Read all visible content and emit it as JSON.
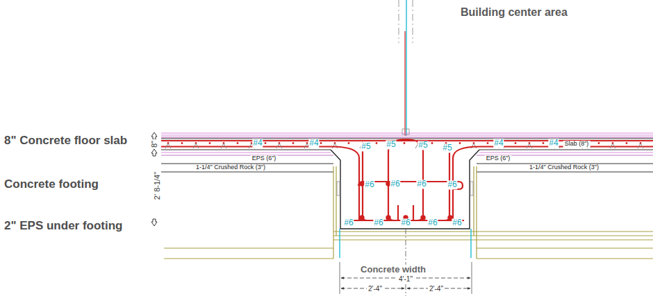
{
  "diagram": {
    "labels": [
      "Building center area",
      "8\" Concrete floor slab",
      "8\"",
      "#4",
      "#4",
      "#5",
      "#5",
      "#5",
      "#5",
      "#4",
      "#4",
      "Slab (8\")",
      "EPS (6\")",
      "EPS (6\")",
      "1-1/4\" Crushed Rock (3\")",
      "1-1/4\" Crushed Rock (3\")",
      "Concrete footing",
      "2' 8-1/4\"",
      "#6",
      "#6",
      "#6",
      "#6",
      "2\" EPS under footing",
      "#6",
      "#6",
      "#6",
      "#6",
      "#6",
      "Concrete width",
      "4'-1\"",
      "2'-4\"",
      "2'-4\""
    ]
  }
}
